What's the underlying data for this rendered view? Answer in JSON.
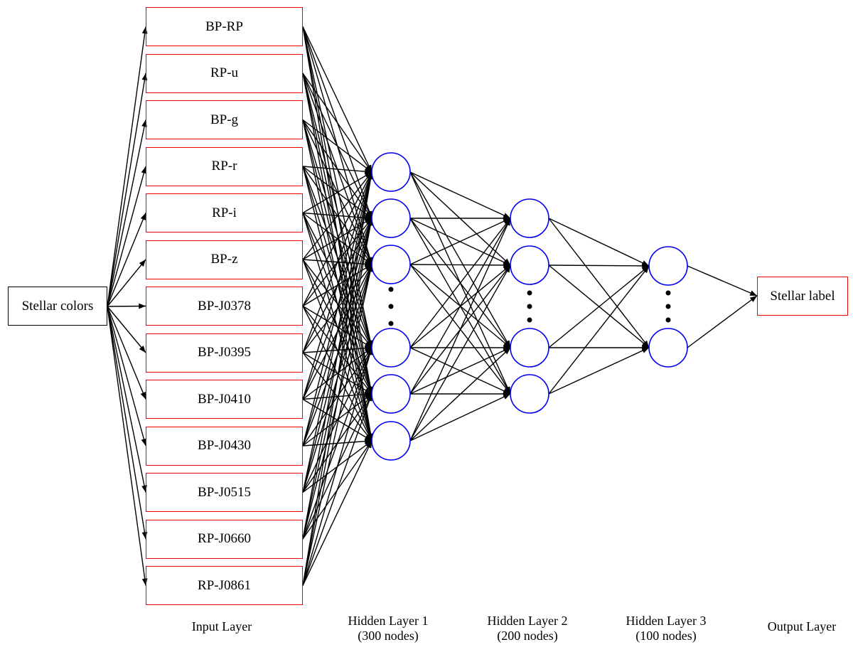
{
  "source_node": "Stellar colors",
  "input_nodes": [
    "BP-RP",
    "RP-u",
    "BP-g",
    "RP-r",
    "RP-i",
    "BP-z",
    "BP-J0378",
    "BP-J0395",
    "BP-J0410",
    "BP-J0430",
    "BP-J0515",
    "RP-J0660",
    "RP-J0861"
  ],
  "output_node": "Stellar label",
  "layers": {
    "input": "Input Layer",
    "hidden1": {
      "title": "Hidden Layer 1",
      "nodes": "(300 nodes)"
    },
    "hidden2": {
      "title": "Hidden Layer 2",
      "nodes": "(200 nodes)"
    },
    "hidden3": {
      "title": "Hidden Layer 3",
      "nodes": "(100 nodes)"
    },
    "output": "Output Layer"
  },
  "colors": {
    "input_border": "#ee0000",
    "neuron": "#0000ee",
    "edge": "#000000"
  }
}
